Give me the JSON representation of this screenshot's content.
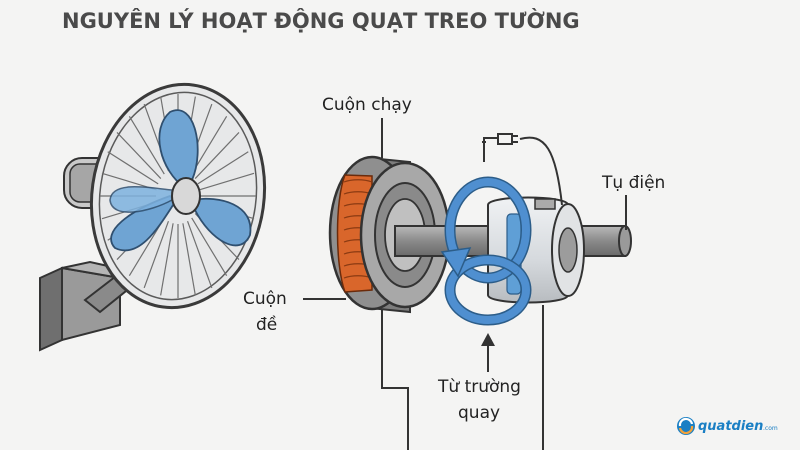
{
  "title": "NGUYÊN LÝ HOẠT ĐỘNG QUẠT TREO TƯỜNG",
  "labels": {
    "run_coil": "Cuộn chạy",
    "capacitor": "Tụ điện",
    "start_coil_line1": "Cuộn",
    "start_coil_line2": "đề",
    "rotating_field_line1": "Từ trường",
    "rotating_field_line2": "quay"
  },
  "brand": {
    "name": "quatdien",
    "suffix": ".com"
  },
  "colors": {
    "title": "#4a4a4a",
    "blade": "#6fa4d3",
    "coil": "#d9662b",
    "field_arrow": "#4f8fd0",
    "steel": "#8c8c8c",
    "brand": "#1a7fc4"
  },
  "icons": [
    "wall-fan-illustration",
    "motor-illustration",
    "plug-icon",
    "rotation-arrow-icon",
    "brand-logo-icon"
  ]
}
